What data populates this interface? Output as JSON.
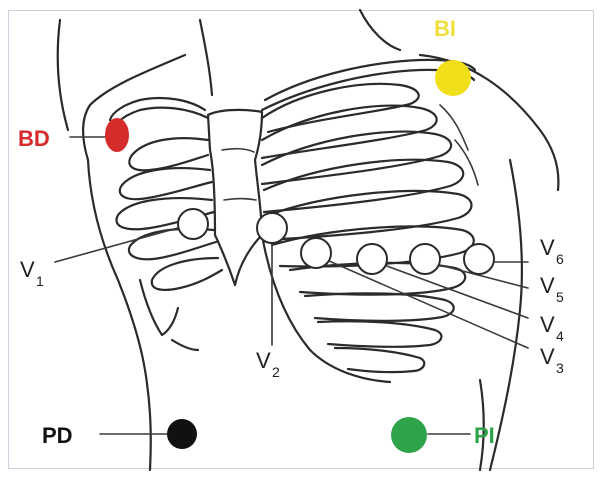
{
  "labels": {
    "bd": "BD",
    "bi": "BI",
    "pd": "PD",
    "pi": "PI",
    "v1": "V",
    "v1_sub": "1",
    "v2": "V",
    "v2_sub": "2",
    "v3": "V",
    "v3_sub": "3",
    "v4": "V",
    "v4_sub": "4",
    "v5": "V",
    "v5_sub": "5",
    "v6": "V",
    "v6_sub": "6"
  },
  "colors": {
    "bd": "#d62b2b",
    "bi": "#f1df1a",
    "pd": "#111111",
    "pi": "#2ea34a",
    "bi_label": "#f0de3a",
    "pi_label": "#2ea34a",
    "bd_label": "#d62b2b",
    "pd_label": "#111111",
    "precordial_label": "#222222",
    "outline": "#2b2b2b"
  }
}
